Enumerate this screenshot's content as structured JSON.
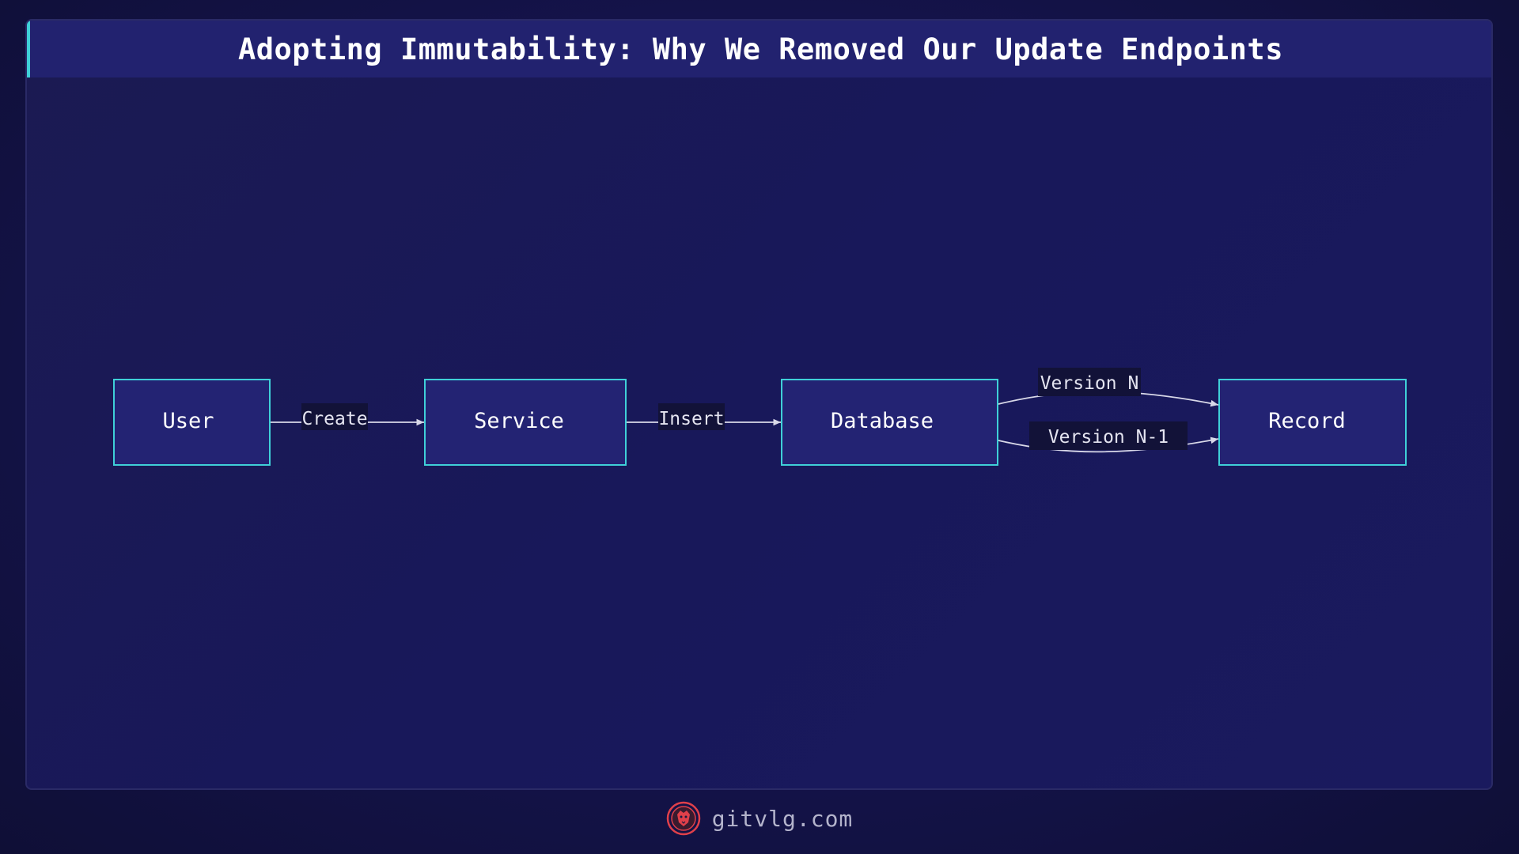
{
  "header": {
    "title": "Adopting Immutability: Why We Removed Our Update Endpoints"
  },
  "diagram": {
    "nodes": [
      {
        "id": "user",
        "label": "User"
      },
      {
        "id": "service",
        "label": "Service"
      },
      {
        "id": "database",
        "label": "Database"
      },
      {
        "id": "record",
        "label": "Record"
      }
    ],
    "edges": [
      {
        "from": "user",
        "to": "service",
        "label": "Create"
      },
      {
        "from": "service",
        "to": "database",
        "label": "Insert"
      },
      {
        "from": "database",
        "to": "record",
        "label": "Version N"
      },
      {
        "from": "database",
        "to": "record",
        "label": "Version N-1"
      }
    ]
  },
  "footer": {
    "site": "gitvlg.com",
    "logo_icon": "lion-head-icon"
  },
  "colors": {
    "node_fill": "#232373",
    "node_border": "#3fd0d8",
    "title_bar": "#22226f",
    "accent": "#3fd0d8",
    "logo": "#e0404a"
  }
}
